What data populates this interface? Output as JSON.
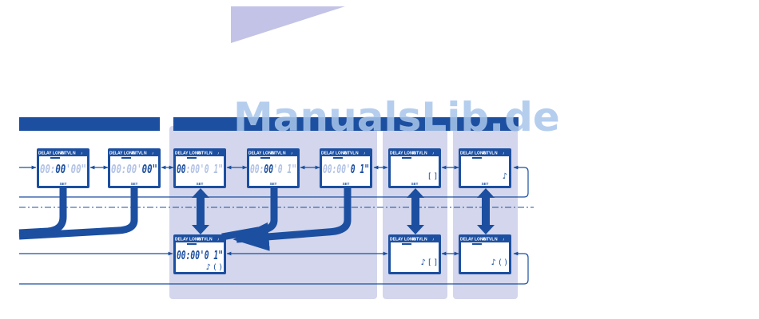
{
  "watermark": "ManualsLib.de",
  "colors": {
    "primary": "#1c4fa0",
    "panel": "#d3d6ec",
    "lcd_dim": "#b3c3e6",
    "lcd_bright": "#1c4fa0",
    "triangle": "#c2c3e6"
  },
  "lcd_common": {
    "tabs": [
      "DELAY",
      "LONG",
      "INTVL",
      "N",
      "♪"
    ],
    "set_label": "SET"
  },
  "screens": [
    {
      "id": "1",
      "digits": [
        {
          "t": "00:",
          "on": false
        },
        {
          "t": "00",
          "on": true
        },
        {
          "t": "'",
          "on": false
        },
        {
          "t": "00\"",
          "on": false
        }
      ],
      "note": "",
      "set": true
    },
    {
      "id": "2",
      "digits": [
        {
          "t": "00:00'",
          "on": false
        },
        {
          "t": "00\"",
          "on": true
        }
      ],
      "note": "",
      "set": true
    },
    {
      "id": "3",
      "digits": [
        {
          "t": "00",
          "on": true
        },
        {
          "t": ":00'0 1\"",
          "on": false
        }
      ],
      "note": "",
      "set": true
    },
    {
      "id": "4",
      "digits": [
        {
          "t": "00:",
          "on": false
        },
        {
          "t": "00",
          "on": true
        },
        {
          "t": "'0 1\"",
          "on": false
        }
      ],
      "note": "",
      "set": true
    },
    {
      "id": "5",
      "digits": [
        {
          "t": "00:00'",
          "on": false
        },
        {
          "t": "0 1\"",
          "on": true
        }
      ],
      "note": "",
      "set": true
    },
    {
      "id": "6",
      "digits": [],
      "note": "[     ]",
      "set": true
    },
    {
      "id": "7",
      "digits": [],
      "note": "♪",
      "set": true
    },
    {
      "id": "8",
      "digits": [
        {
          "t": "00:00'0 1\"",
          "on": true
        }
      ],
      "note": "♪ (     )",
      "set": false
    },
    {
      "id": "9",
      "digits": [],
      "note": "♪ [     ]",
      "set": false
    },
    {
      "id": "10",
      "digits": [],
      "note": "♪ (     )",
      "set": false
    }
  ]
}
